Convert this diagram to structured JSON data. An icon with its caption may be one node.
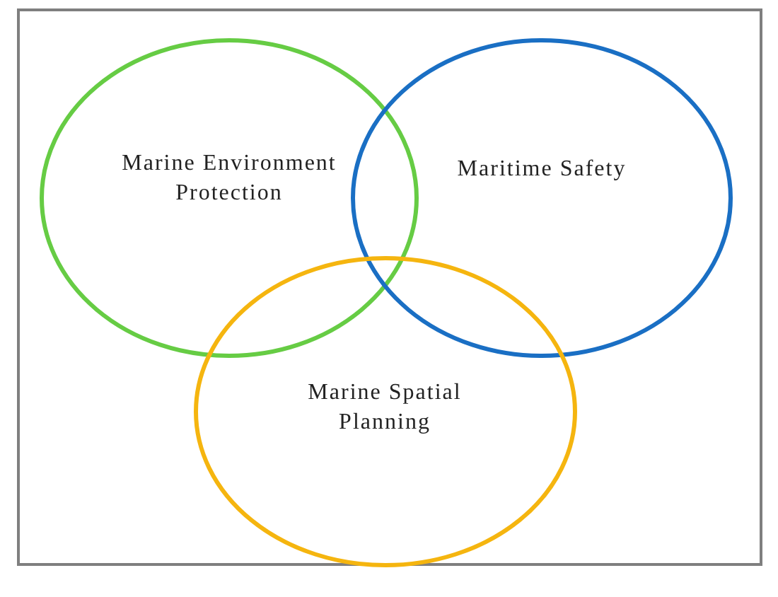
{
  "diagram": {
    "nodes": [
      {
        "text": [
          "Marine Environment Protection"
        ]
      },
      {
        "text": [
          "Maritime Safety"
        ]
      },
      {
        "text": [
          "Marine Spatial Planning"
        ]
      }
    ],
    "edges": []
  }
}
